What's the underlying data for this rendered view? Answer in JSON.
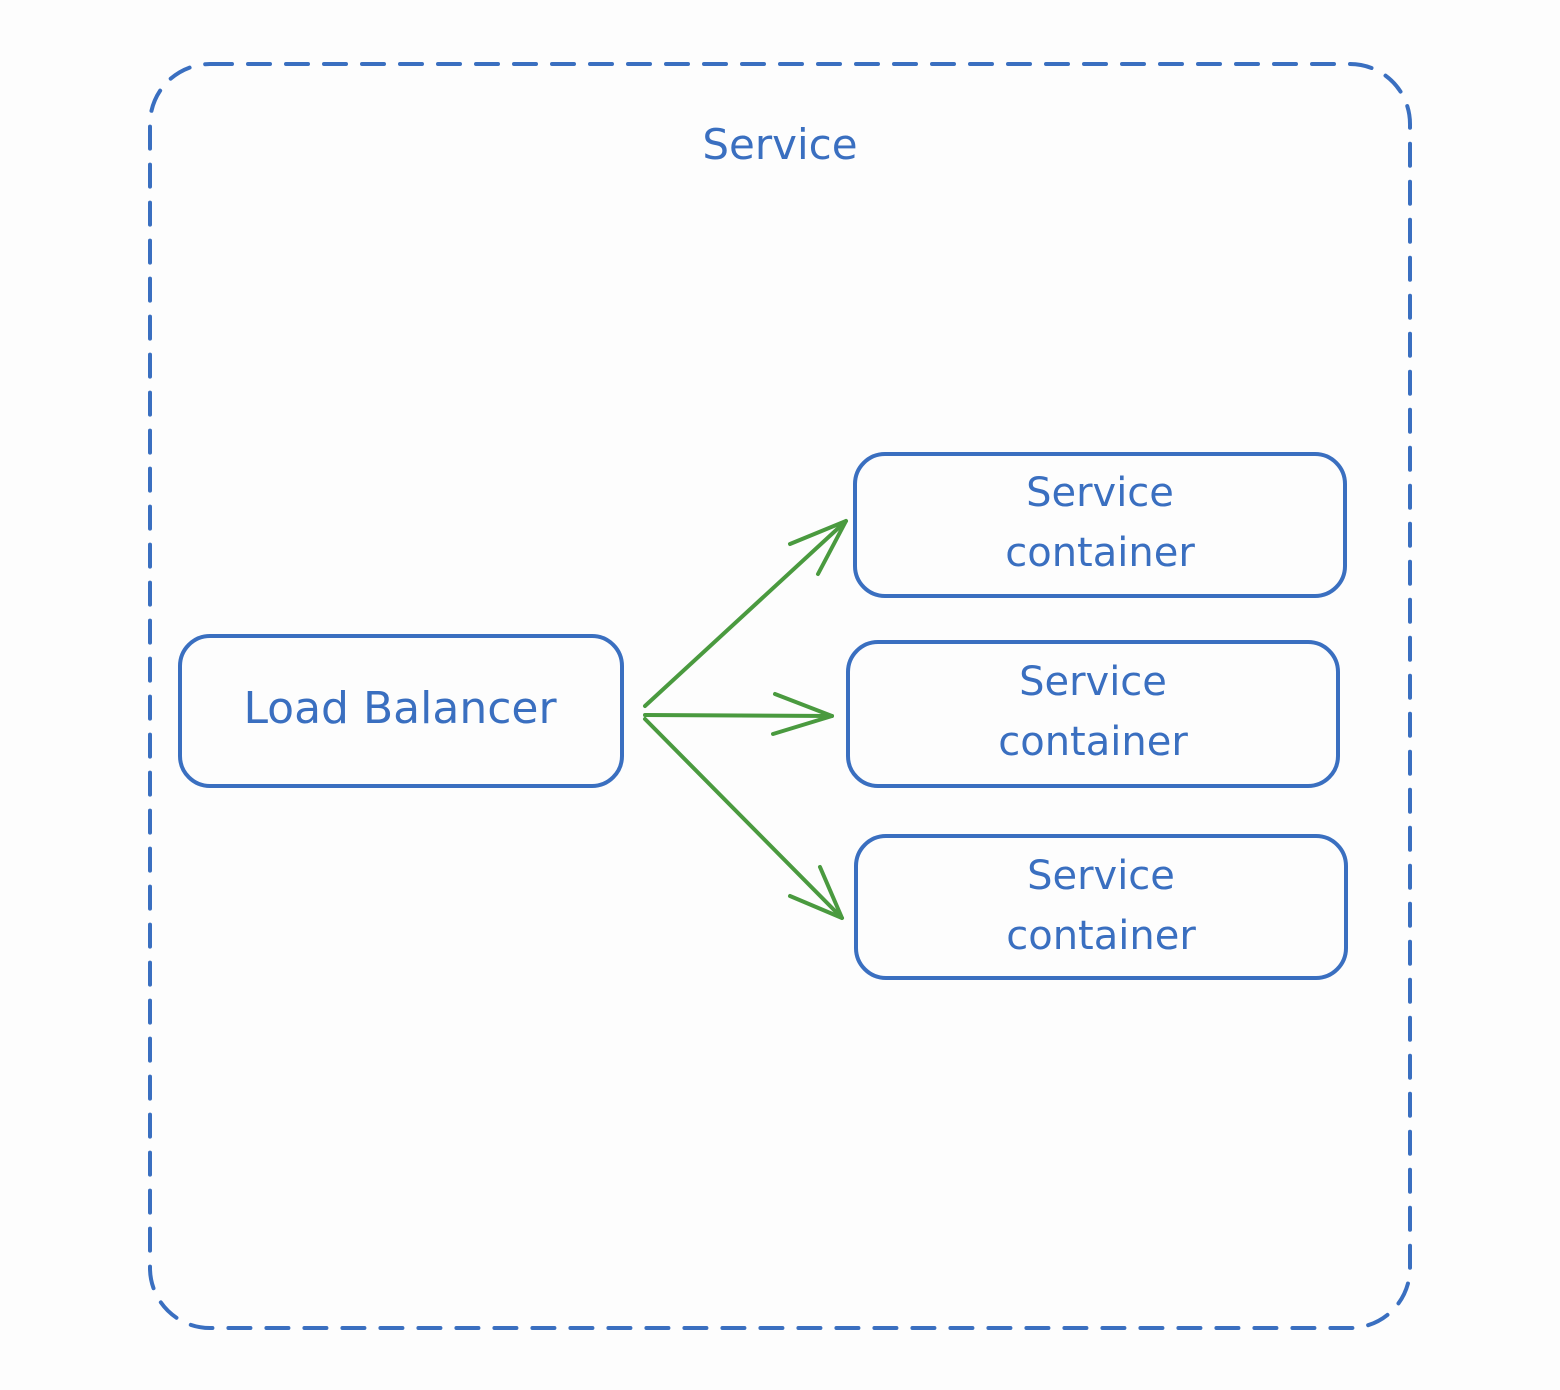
{
  "diagram": {
    "container": {
      "title": "Service"
    },
    "load_balancer": {
      "label": "Load Balancer"
    },
    "service_containers": [
      {
        "line1": "Service",
        "line2": "container"
      },
      {
        "line1": "Service",
        "line2": "container"
      },
      {
        "line1": "Service",
        "line2": "container"
      }
    ],
    "colors": {
      "outline": "#3a6fc0",
      "arrow": "#4a9a3f",
      "background": "#fdfdfd"
    }
  }
}
